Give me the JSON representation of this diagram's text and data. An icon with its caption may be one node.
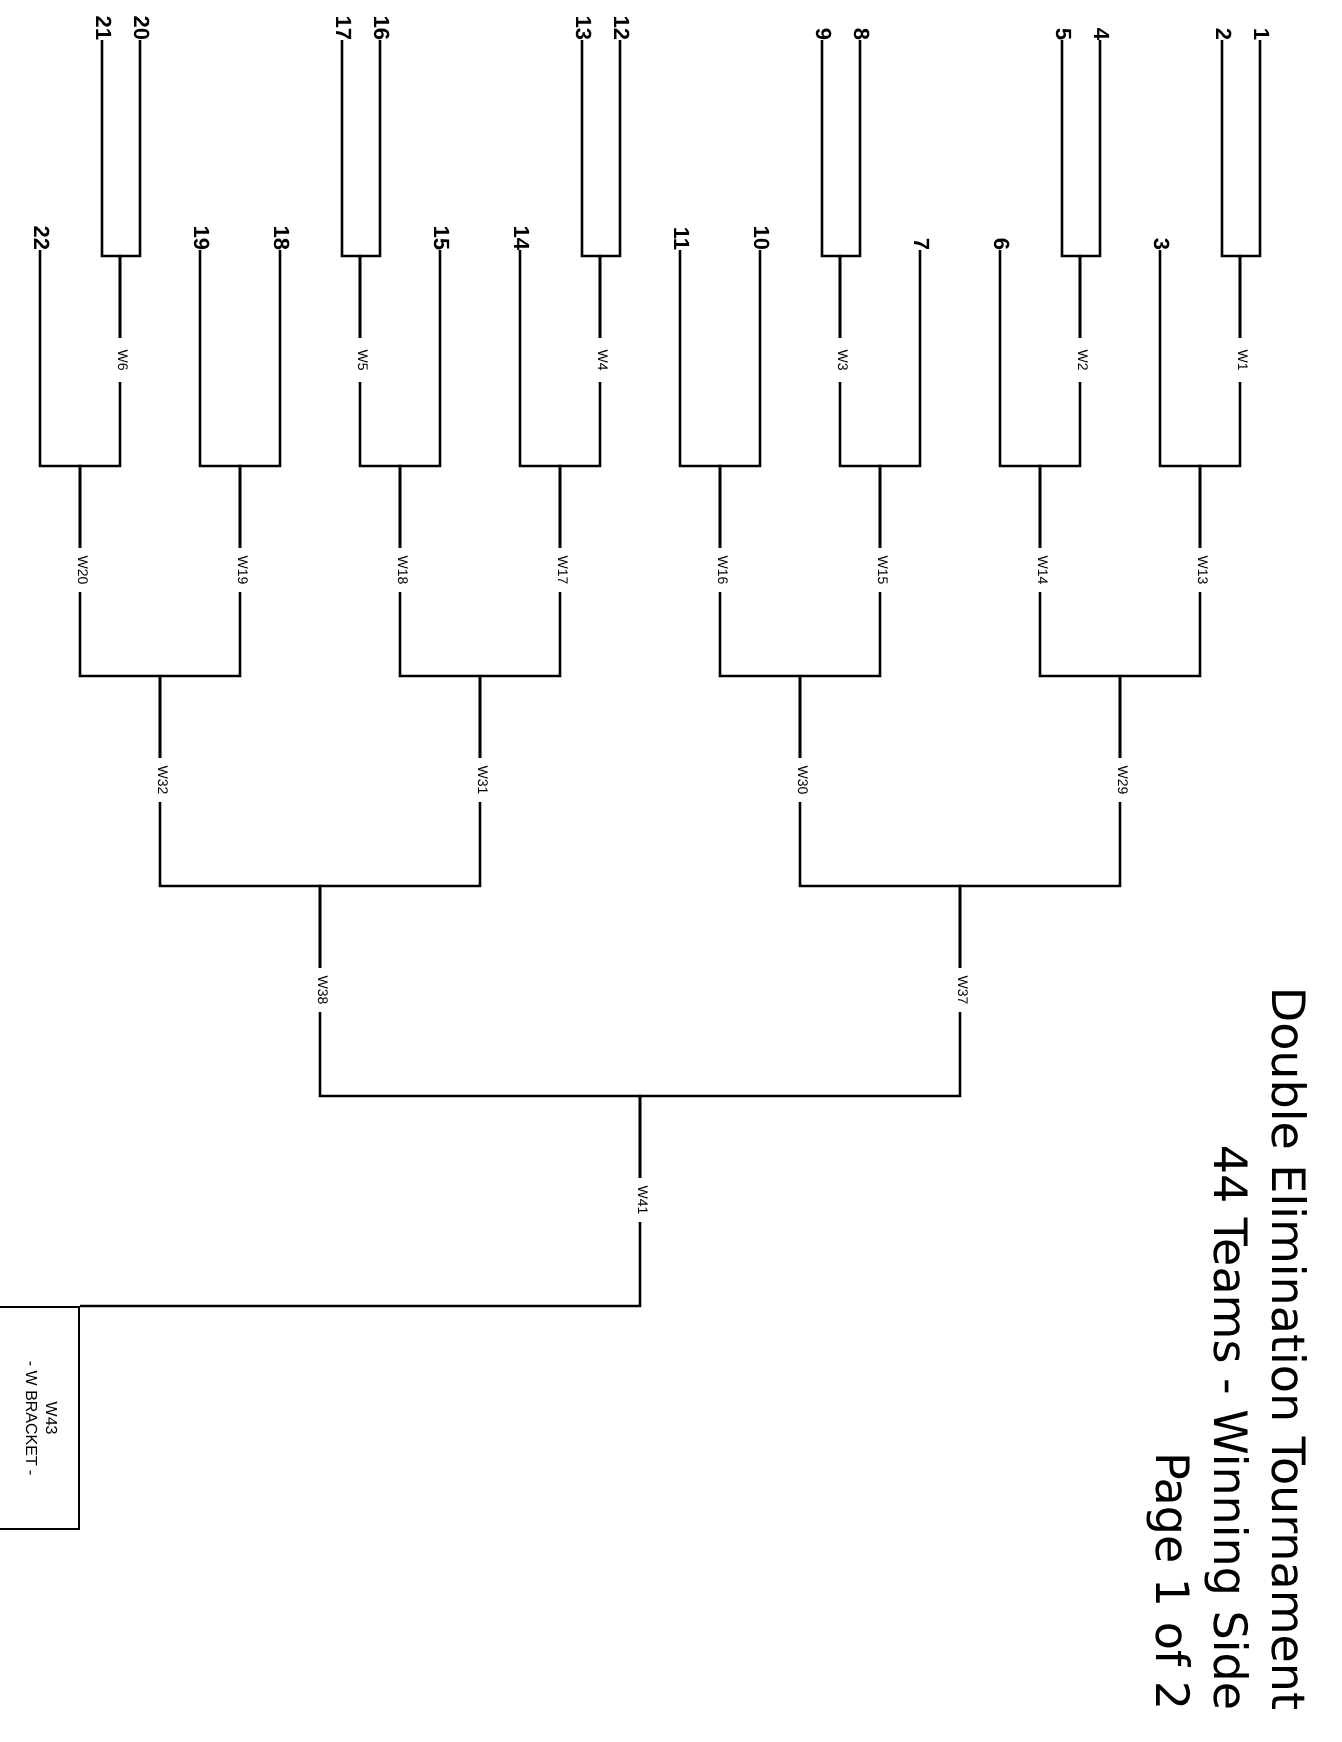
{
  "diagram": {
    "title": "Double Elimination Tournament",
    "nodes": [
      {
        "text": [
          "1"
        ]
      },
      {
        "text": [
          "2"
        ]
      },
      {
        "text": [
          "3"
        ]
      },
      {
        "text": [
          "4"
        ]
      },
      {
        "text": [
          "5"
        ]
      },
      {
        "text": [
          "6"
        ]
      },
      {
        "text": [
          "7"
        ]
      },
      {
        "text": [
          "8"
        ]
      },
      {
        "text": [
          "9"
        ]
      },
      {
        "text": [
          "10"
        ]
      },
      {
        "text": [
          "11"
        ]
      },
      {
        "text": [
          "12"
        ]
      },
      {
        "text": [
          "13"
        ]
      },
      {
        "text": [
          "14"
        ]
      },
      {
        "text": [
          "15"
        ]
      },
      {
        "text": [
          "16"
        ]
      },
      {
        "text": [
          "17"
        ]
      },
      {
        "text": [
          "18"
        ]
      },
      {
        "text": [
          "19"
        ]
      },
      {
        "text": [
          "20"
        ]
      },
      {
        "text": [
          "21"
        ]
      },
      {
        "text": [
          "22"
        ]
      },
      {
        "text": [
          "W1"
        ]
      },
      {
        "text": [
          "W2"
        ]
      },
      {
        "text": [
          "W3"
        ]
      },
      {
        "text": [
          "W4"
        ]
      },
      {
        "text": [
          "W5"
        ]
      },
      {
        "text": [
          "W6"
        ]
      },
      {
        "text": [
          "W13"
        ]
      },
      {
        "text": [
          "W14"
        ]
      },
      {
        "text": [
          "W15"
        ]
      },
      {
        "text": [
          "W16"
        ]
      },
      {
        "text": [
          "W17"
        ]
      },
      {
        "text": [
          "W18"
        ]
      },
      {
        "text": [
          "W19"
        ]
      },
      {
        "text": [
          "W20"
        ]
      },
      {
        "text": [
          "W29"
        ]
      },
      {
        "text": [
          "W30"
        ]
      },
      {
        "text": [
          "W31"
        ]
      },
      {
        "text": [
          "W32"
        ]
      },
      {
        "text": [
          "W37"
        ]
      },
      {
        "text": [
          "W38"
        ]
      },
      {
        "text": [
          "W41"
        ]
      },
      {
        "text": [
          "W43",
          "- W BRACKET -"
        ]
      }
    ],
    "edges": [
      {
        "from": 0,
        "to": 22,
        "arrow": "none"
      },
      {
        "from": 1,
        "to": 22,
        "arrow": "none"
      },
      {
        "from": 2,
        "to": 28,
        "arrow": "none"
      },
      {
        "from": 3,
        "to": 23,
        "arrow": "none"
      },
      {
        "from": 4,
        "to": 23,
        "arrow": "none"
      },
      {
        "from": 5,
        "to": 29,
        "arrow": "none"
      },
      {
        "from": 6,
        "to": 30,
        "arrow": "none"
      },
      {
        "from": 7,
        "to": 24,
        "arrow": "none"
      },
      {
        "from": 8,
        "to": 24,
        "arrow": "none"
      },
      {
        "from": 9,
        "to": 31,
        "arrow": "none"
      },
      {
        "from": 10,
        "to": 31,
        "arrow": "none"
      },
      {
        "from": 11,
        "to": 25,
        "arrow": "none"
      },
      {
        "from": 12,
        "to": 25,
        "arrow": "none"
      },
      {
        "from": 13,
        "to": 32,
        "arrow": "none"
      },
      {
        "from": 14,
        "to": 33,
        "arrow": "none"
      },
      {
        "from": 15,
        "to": 26,
        "arrow": "none"
      },
      {
        "from": 16,
        "to": 26,
        "arrow": "none"
      },
      {
        "from": 17,
        "to": 34,
        "arrow": "none"
      },
      {
        "from": 18,
        "to": 34,
        "arrow": "none"
      },
      {
        "from": 19,
        "to": 27,
        "arrow": "none"
      },
      {
        "from": 20,
        "to": 27,
        "arrow": "none"
      },
      {
        "from": 21,
        "to": 35,
        "arrow": "none"
      },
      {
        "from": 22,
        "to": 28,
        "arrow": "none"
      },
      {
        "from": 23,
        "to": 29,
        "arrow": "none"
      },
      {
        "from": 24,
        "to": 30,
        "arrow": "none"
      },
      {
        "from": 25,
        "to": 32,
        "arrow": "none"
      },
      {
        "from": 26,
        "to": 33,
        "arrow": "none"
      },
      {
        "from": 27,
        "to": 35,
        "arrow": "none"
      },
      {
        "from": 28,
        "to": 36,
        "arrow": "none"
      },
      {
        "from": 29,
        "to": 36,
        "arrow": "none"
      },
      {
        "from": 30,
        "to": 37,
        "arrow": "none"
      },
      {
        "from": 31,
        "to": 37,
        "arrow": "none"
      },
      {
        "from": 32,
        "to": 38,
        "arrow": "none"
      },
      {
        "from": 33,
        "to": 38,
        "arrow": "none"
      },
      {
        "from": 34,
        "to": 39,
        "arrow": "none"
      },
      {
        "from": 35,
        "to": 39,
        "arrow": "none"
      },
      {
        "from": 36,
        "to": 40,
        "arrow": "none"
      },
      {
        "from": 37,
        "to": 40,
        "arrow": "none"
      },
      {
        "from": 38,
        "to": 41,
        "arrow": "none"
      },
      {
        "from": 39,
        "to": 41,
        "arrow": "none"
      },
      {
        "from": 40,
        "to": 42,
        "arrow": "none"
      },
      {
        "from": 41,
        "to": 42,
        "arrow": "none"
      },
      {
        "from": 42,
        "to": 43,
        "arrow": "none"
      }
    ],
    "labels": [
      "44 Teams - Winning Side",
      "Page 1 of 2"
    ]
  }
}
